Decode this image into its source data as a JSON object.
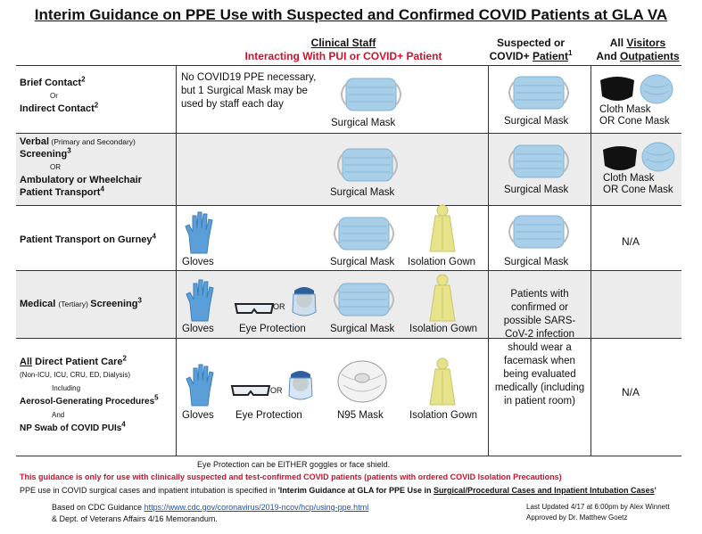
{
  "title": "Interim Guidance on PPE Use with Suspected and Confirmed COVID Patients at GLA VA",
  "headers": {
    "clinical_staff": "Clinical Staff",
    "interacting": "Interacting  With PUI or COVID+ Patient",
    "suspected_line1": "Suspected or",
    "suspected_line2": "COVID+ ",
    "suspected_patient": "Patient",
    "suspected_sup": "1",
    "visitors_all": "All ",
    "visitors_word": "Visitors",
    "visitors_and": "And ",
    "visitors_out": "Outpatients"
  },
  "rows": {
    "r1": {
      "l1": "Brief Contact",
      "s1": "2",
      "or": "Or",
      "l2": "Indirect Contact",
      "s2": "2",
      "note": "No COVID19 PPE necessary, but 1 Surgical Mask may be used by staff each day"
    },
    "r2": {
      "l1": "Verbal",
      "l1b": " (Primary and Secondary)",
      "l2": "Screening",
      "s2": "3",
      "or": "OR",
      "l3": "Ambulatory or Wheelchair",
      "l4": "Patient Transport",
      "s4": "4"
    },
    "r3": {
      "l1": "Patient Transport on Gurney",
      "s1": "4",
      "na": "N/A"
    },
    "r4": {
      "l1": "Medical ",
      "l1b": "(Tertiary) ",
      "l1c": "Screening",
      "s1": "3",
      "patient_note": "Patients with confirmed or possible SARS-CoV-2 infection should wear a facemask when being evaluated medically (including in patient room)"
    },
    "r5": {
      "l1": "All",
      "l1b": " Direct Patient Care",
      "s1": "2",
      "sub": "(Non-ICU, ICU, CRU, ED, Dialysis)",
      "including": "Including",
      "l2": "Aerosol-Generating Procedures",
      "s2": "5",
      "and": "And",
      "l3": "NP Swab of COVID PUIs",
      "s3": "4",
      "na": "N/A"
    }
  },
  "captions": {
    "surgical_mask": "Surgical Mask",
    "cloth_l1": "Cloth Mask",
    "cloth_l2": "OR Cone Mask",
    "gloves": "Gloves",
    "isolation_gown": "Isolation Gown",
    "eye_protection": "Eye Protection",
    "or": "OR",
    "n95": "N95 Mask"
  },
  "footer": {
    "eye_note": "Eye Protection can be EITHER goggles or face shield.",
    "red_note": "This guidance is only for use with clinically suspected and test-confirmed COVID patients (patients with ordered COVID Isolation Precautions)",
    "surgical_pre": "PPE use in COVID surgical cases and inpatient intubation is specified in ",
    "surgical_bold": "'Interim Guidance at GLA for PPE Use in ",
    "surgical_u": "Surgical/Procedural Cases and Inpatient Intubation Cases",
    "surgical_end": "'",
    "based_on": "Based on CDC Guidance ",
    "cdc_link": "https://www.cdc.gov/coronavirus/2019-ncov/hcp/using-ppe.html",
    "va_memo": "& Dept. of Veterans Affairs 4/16 Memorandum.",
    "updated": "Last Updated 4/17 at 6:00pm by Alex Winnett",
    "approved": "Approved by Dr. Matthew Goetz"
  },
  "colors": {
    "red": "#d0112b",
    "mask": "#a9cfe8",
    "glove": "#5b9fd8",
    "gown": "#e7e38a"
  }
}
